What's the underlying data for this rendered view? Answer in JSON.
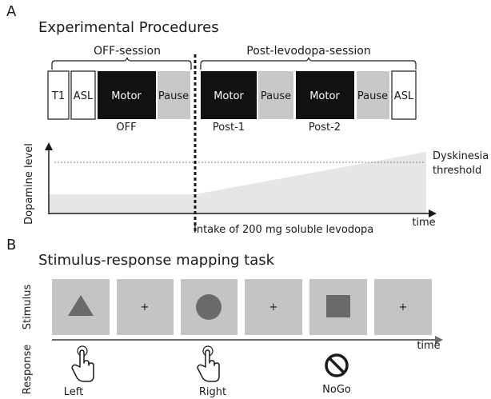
{
  "panel_a": {
    "letter": "A",
    "title": "Experimental Procedures",
    "off_session_label": "OFF-session",
    "post_session_label": "Post-levodopa-session",
    "blocks": [
      {
        "label": "T1",
        "style": "white"
      },
      {
        "label": "ASL",
        "style": "white"
      },
      {
        "label": "Motor",
        "style": "black",
        "sublabel": "OFF"
      },
      {
        "label": "Pause",
        "style": "gray"
      },
      {
        "label": "Motor",
        "style": "black",
        "sublabel": "Post-1"
      },
      {
        "label": "Pause",
        "style": "gray"
      },
      {
        "label": "Motor",
        "style": "black",
        "sublabel": "Post-2"
      },
      {
        "label": "Pause",
        "style": "gray"
      },
      {
        "label": "ASL",
        "style": "white"
      }
    ],
    "ylabel": "Dopamine level",
    "xlabel": "time",
    "threshold_label_line1": "Dyskinesia",
    "threshold_label_line2": "threshold",
    "intake_label": "Intake of 200 mg soluble levodopa"
  },
  "panel_b": {
    "letter": "B",
    "title": "Stimulus-response mapping task",
    "stimulus_label": "Stimulus",
    "response_label": "Response",
    "xlabel": "time",
    "frames": [
      {
        "content": "triangle-icon"
      },
      {
        "content": "+"
      },
      {
        "content": "circle-icon"
      },
      {
        "content": "+"
      },
      {
        "content": "square-icon"
      },
      {
        "content": "+"
      }
    ],
    "responses": [
      {
        "label": "Left",
        "icon": "pointing-hand-icon"
      },
      {
        "label": "Right",
        "icon": "pointing-hand-icon"
      },
      {
        "label": "NoGo",
        "icon": "prohibited-icon"
      }
    ]
  },
  "colors": {
    "black_block": "#111111",
    "gray_block": "#c8c8c8",
    "frame": "#c4c4c4",
    "shape": "#6a6a6a",
    "area_fill": "#e6e6e6",
    "threshold_line": "#9a9a9a"
  }
}
